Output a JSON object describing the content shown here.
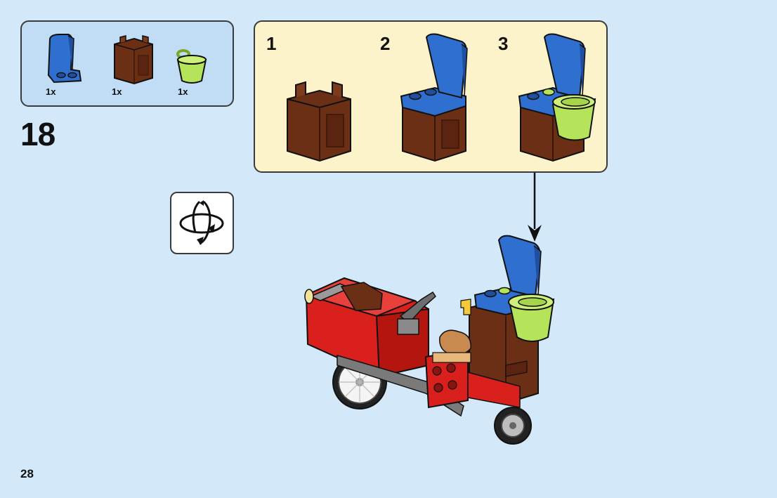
{
  "step": {
    "number": "18"
  },
  "page": {
    "number": "28"
  },
  "parts_list": {
    "items": [
      {
        "name": "blue seat",
        "qty": "1x",
        "color": "#2e6fd0"
      },
      {
        "name": "brown crate",
        "qty": "1x",
        "color": "#6b2f16"
      },
      {
        "name": "lime bucket",
        "qty": "1x",
        "color": "#b5e35a"
      }
    ]
  },
  "sub_assembly": {
    "steps": [
      {
        "number": "1"
      },
      {
        "number": "2"
      },
      {
        "number": "3"
      }
    ]
  },
  "colors": {
    "background": "#d3e9f9",
    "parts_box": "#c0ddf5",
    "sub_box": "#fdf3cb",
    "vehicle_red": "#d9201c",
    "brown": "#6b2f16",
    "blue": "#2e6fd0",
    "lime": "#b5e35a"
  },
  "icons": {
    "rotate": "rotate-model-icon",
    "arrow": "placement-arrow-icon"
  }
}
